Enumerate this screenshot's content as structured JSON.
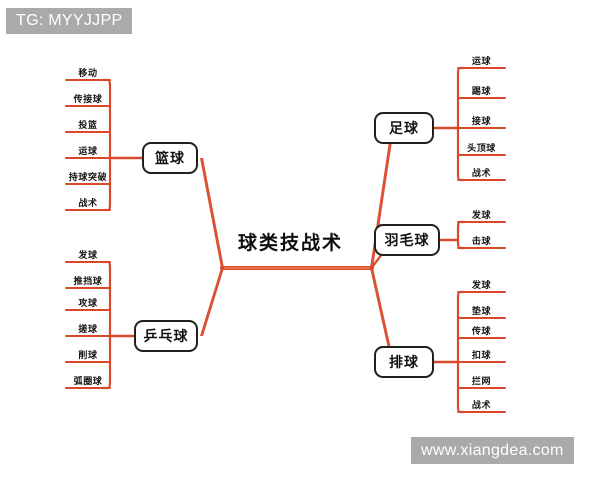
{
  "watermarks": {
    "top_left": "TG: MYYJJPP",
    "bottom_right": "www.xiangdea.com"
  },
  "colors": {
    "connector": "#d9482a",
    "connector_light": "#e4seg",
    "node_border": "#22201c",
    "text": "#151310",
    "watermark_bg": "#aaaaaa",
    "background": "#ffffff"
  },
  "mindmap": {
    "root": "球类技战术",
    "left_branches": [
      {
        "id": "basketball",
        "label": "篮球",
        "children": [
          "移动",
          "传接球",
          "投篮",
          "运球",
          "持球突破",
          "战术"
        ]
      },
      {
        "id": "table-tennis",
        "label": "乒乓球",
        "children": [
          "发球",
          "推挡球",
          "攻球",
          "搓球",
          "削球",
          "弧圈球"
        ]
      }
    ],
    "right_branches": [
      {
        "id": "football",
        "label": "足球",
        "children": [
          "运球",
          "踢球",
          "接球",
          "头顶球",
          "战术"
        ]
      },
      {
        "id": "badminton",
        "label": "羽毛球",
        "children": [
          "发球",
          "击球"
        ]
      },
      {
        "id": "volleyball",
        "label": "排球",
        "children": [
          "发球",
          "垫球",
          "传球",
          "扣球",
          "拦网",
          "战术"
        ]
      }
    ]
  }
}
